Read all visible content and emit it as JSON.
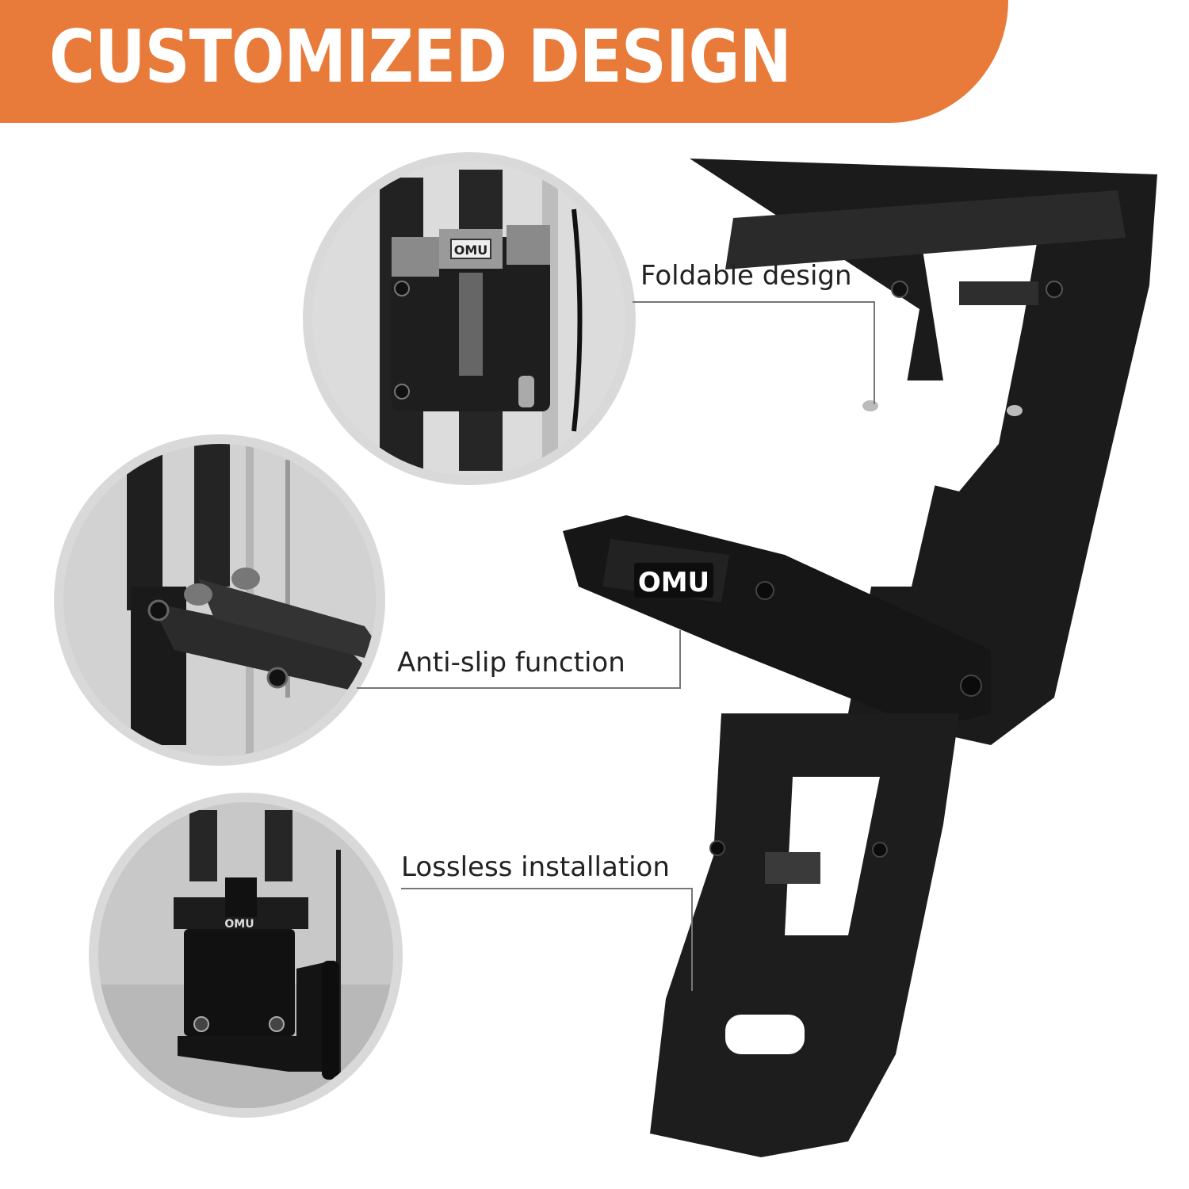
{
  "banner": {
    "title": "CUSTOMIZED DESIGN",
    "color": "#e87a3a",
    "text_color": "#ffffff"
  },
  "callouts": [
    {
      "label": "Foldable design"
    },
    {
      "label": "Anti-slip function"
    },
    {
      "label": "Lossless installation"
    }
  ],
  "product": {
    "brand_mark": "OMU",
    "color": "#1a1a1a",
    "detail_views": [
      {
        "brand_mark": "OMU"
      },
      {
        "brand_mark": ""
      },
      {
        "brand_mark": "OMU"
      }
    ]
  },
  "colors": {
    "callout_line": "#777777",
    "circle_ring": "#d9d9d9",
    "background": "#ffffff"
  }
}
